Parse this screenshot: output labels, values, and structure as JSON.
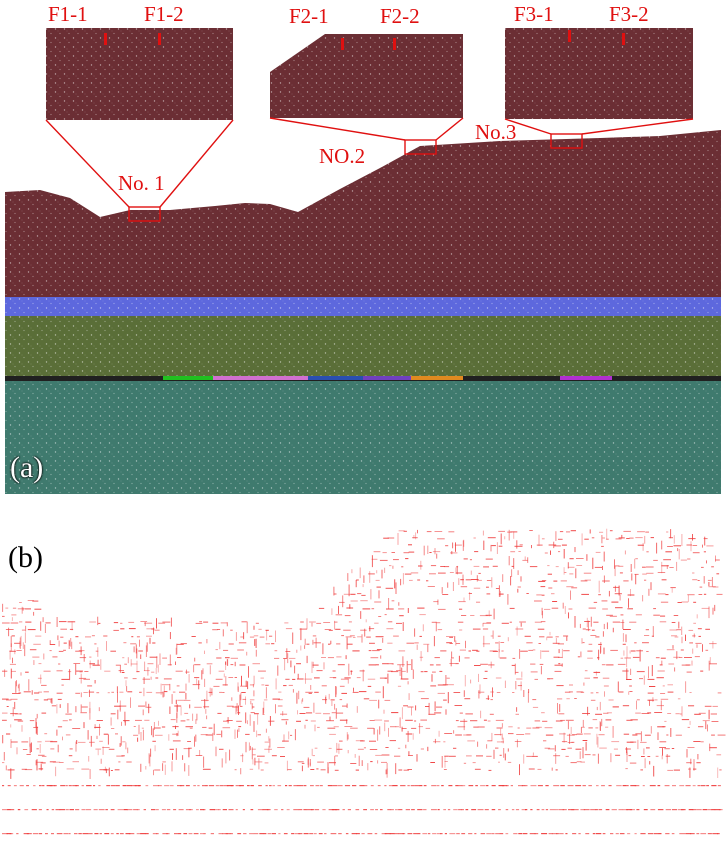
{
  "panels": {
    "a": {
      "label": "(a)",
      "zones": [
        {
          "name": "No. 1",
          "points": [
            "F1-1",
            "F1-2"
          ]
        },
        {
          "name": "NO.2",
          "points": [
            "F2-1",
            "F2-2"
          ]
        },
        {
          "name": "No.3",
          "points": [
            "F3-1",
            "F3-2"
          ]
        }
      ]
    },
    "b": {
      "label": "(b)"
    }
  },
  "colors": {
    "overburden": "#6b2e34",
    "rock_blue": "#5d68dd",
    "rock_green": "#5a6e38",
    "seam_dark": "#202020",
    "floor": "#3f7a6e",
    "marker": "#e01010",
    "cracks": "#ef3a3a"
  }
}
